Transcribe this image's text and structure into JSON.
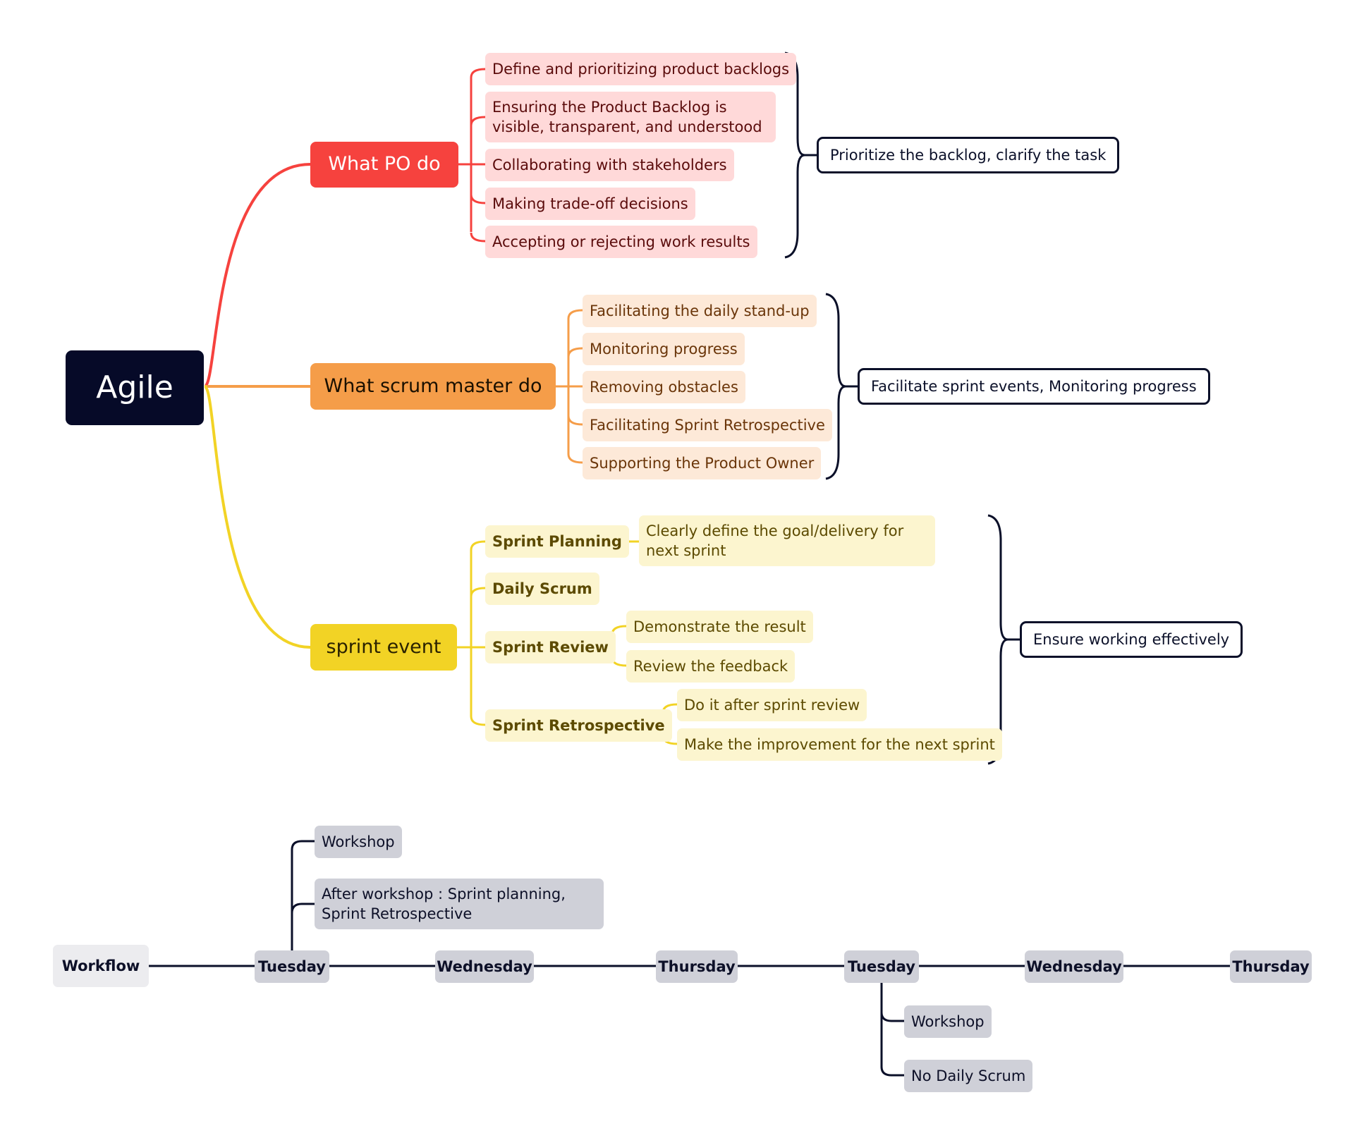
{
  "mindmap": {
    "root": "Agile",
    "po": {
      "title": "What PO do",
      "items": [
        "Define and prioritizing product backlogs",
        "Ensuring the Product Backlog is visible, transparent, and understood",
        "Collaborating with stakeholders",
        "Making trade-off decisions",
        "Accepting or rejecting work results"
      ],
      "summary": "Prioritize the backlog, clarify the task"
    },
    "sm": {
      "title": "What scrum master do",
      "items": [
        "Facilitating the daily stand-up",
        "Monitoring progress",
        "Removing obstacles",
        "Facilitating Sprint Retrospective",
        "Supporting the Product Owner"
      ],
      "summary": "Facilitate sprint events, Monitoring progress"
    },
    "se": {
      "title": "sprint event",
      "events": [
        {
          "name": "Sprint Planning",
          "details": [
            "Clearly define the goal/delivery for next sprint"
          ]
        },
        {
          "name": "Daily Scrum",
          "details": []
        },
        {
          "name": "Sprint Review",
          "details": [
            "Demonstrate the result",
            "Review the feedback"
          ]
        },
        {
          "name": "Sprint Retrospective",
          "details": [
            "Do it after sprint review",
            "Make the improvement for the next sprint"
          ]
        }
      ],
      "summary": "Ensure working effectively"
    }
  },
  "workflow": {
    "root": "Workflow",
    "days": [
      "Tuesday",
      "Wednesday",
      "Thursday",
      "Tuesday",
      "Wednesday",
      "Thursday"
    ],
    "tuesday1_notes": [
      "Workshop",
      "After workshop : Sprint planning, Sprint Retrospective"
    ],
    "tuesday2_notes": [
      "Workshop",
      "No Daily Scrum"
    ]
  },
  "colors": {
    "root": "#060a28",
    "po": "#f6423e",
    "sm": "#f59d49",
    "se": "#f2d325",
    "line_dark": "#0b1029"
  }
}
